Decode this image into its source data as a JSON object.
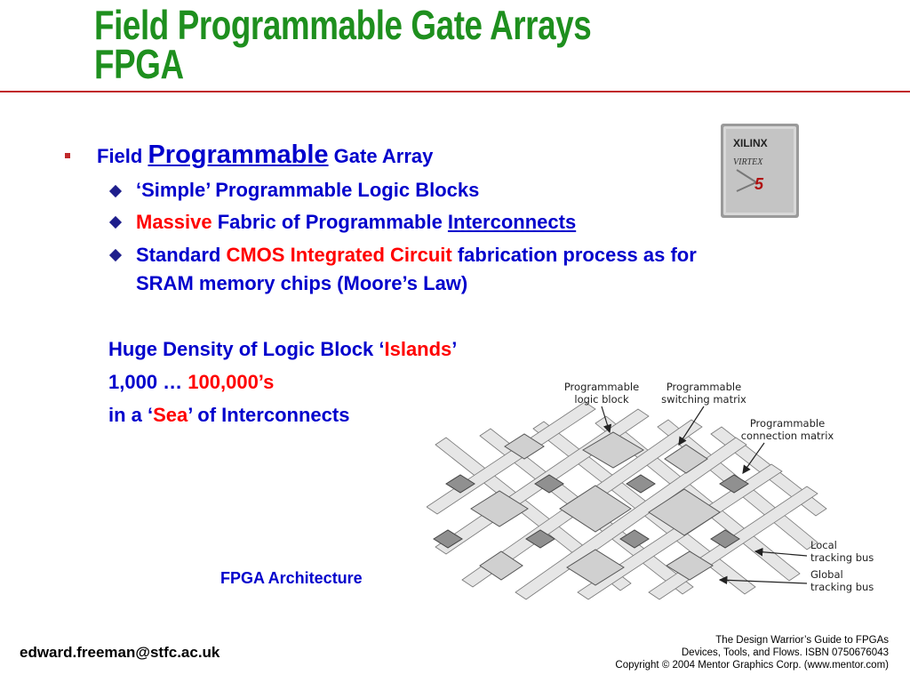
{
  "slide": {
    "title_line1": "Field Programmable Gate Arrays",
    "title_line2": "FPGA"
  },
  "bullets": {
    "main": {
      "w1": "Field",
      "w2": "Programmable",
      "w3": "Gate Array"
    },
    "sub1": "‘Simple’ Programmable Logic Blocks",
    "sub2": {
      "a": "Massive",
      "b": " Fabric of Programmable ",
      "c": "Interconnects"
    },
    "sub3": {
      "a": "Standard ",
      "b": "CMOS Integrated Circuit",
      "c": " fabrication process as for",
      "line2": "SRAM memory chips (Moore’s Law)"
    }
  },
  "density": {
    "l1_a": "Huge Density of Logic Block ‘",
    "l1_b": "Islands",
    "l1_c": "’",
    "l2_a": "1,000 … ",
    "l2_b": "100,000’s",
    "l3_a": "in a ‘",
    "l3_b": "Sea",
    "l3_c": "’ of Interconnects"
  },
  "chip": {
    "brand": "XILINX",
    "model": "VIRTEX",
    "gen": "5"
  },
  "figure": {
    "label_logic_block_1": "Programmable",
    "label_logic_block_2": "logic block",
    "label_switch_1": "Programmable",
    "label_switch_2": "switching matrix",
    "label_conn_1": "Programmable",
    "label_conn_2": "connection matrix",
    "label_local_1": "Local",
    "label_local_2": "tracking bus",
    "label_global_1": "Global",
    "label_global_2": "tracking bus",
    "caption": "FPGA Architecture"
  },
  "footer": {
    "email": "edward.freeman@stfc.ac.uk",
    "ref1": "The Design Warrior’s Guide to FPGAs",
    "ref2": "Devices, Tools, and Flows. ISBN 0750676043",
    "ref3": "Copyright © 2004 Mentor Graphics Corp. (www.mentor.com)"
  },
  "colors": {
    "title": "#1e8f1e",
    "body_text": "#0000cc",
    "highlight": "#ff0000",
    "rule": "#c0292b"
  }
}
